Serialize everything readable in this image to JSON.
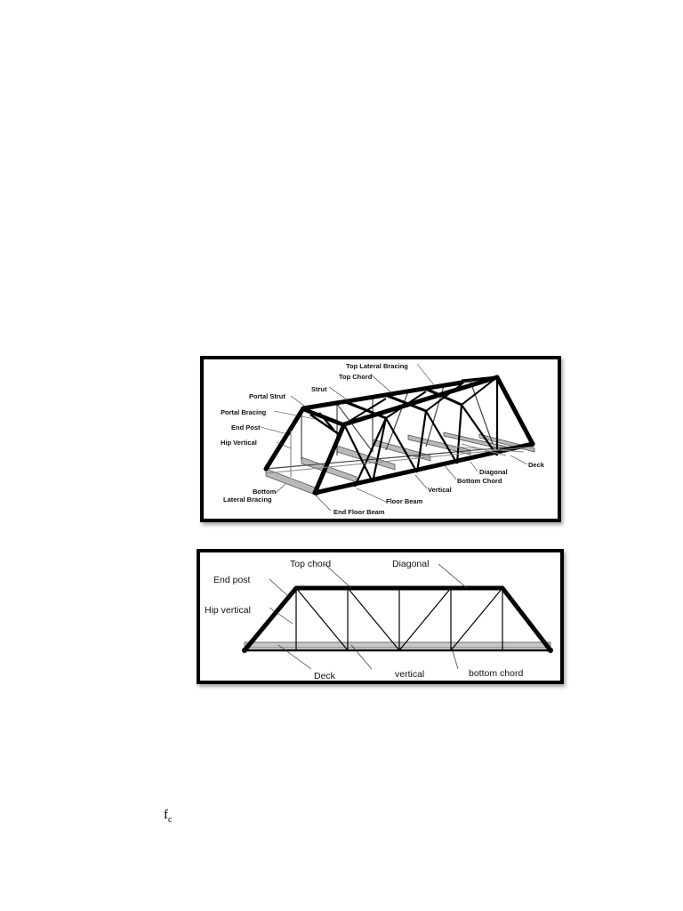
{
  "figure1": {
    "labels": {
      "top_lateral_bracing": "Top Lateral Bracing",
      "top_chord": "Top Chord",
      "strut": "Strut",
      "portal_strut": "Portal Strut",
      "portal_bracing": "Portal Bracing",
      "end_post": "End Post",
      "hip_vertical": "Hip Vertical",
      "bottom_lateral_bracing_1": "Bottom",
      "bottom_lateral_bracing_2": "Lateral Bracing",
      "end_floor_beam": "End Floor Beam",
      "floor_beam": "Floor Beam",
      "vertical": "Vertical",
      "bottom_chord": "Bottom Chord",
      "diagonal": "Diagonal",
      "deck": "Deck"
    }
  },
  "figure2": {
    "labels": {
      "top_chord": "Top chord",
      "diagonal": "Diagonal",
      "end_post": "End post",
      "hip_vertical": "Hip vertical",
      "deck": "Deck",
      "vertical": "vertical",
      "bottom_chord": "bottom chord"
    }
  },
  "footer": {
    "symbol": "f",
    "subscript": "c"
  }
}
